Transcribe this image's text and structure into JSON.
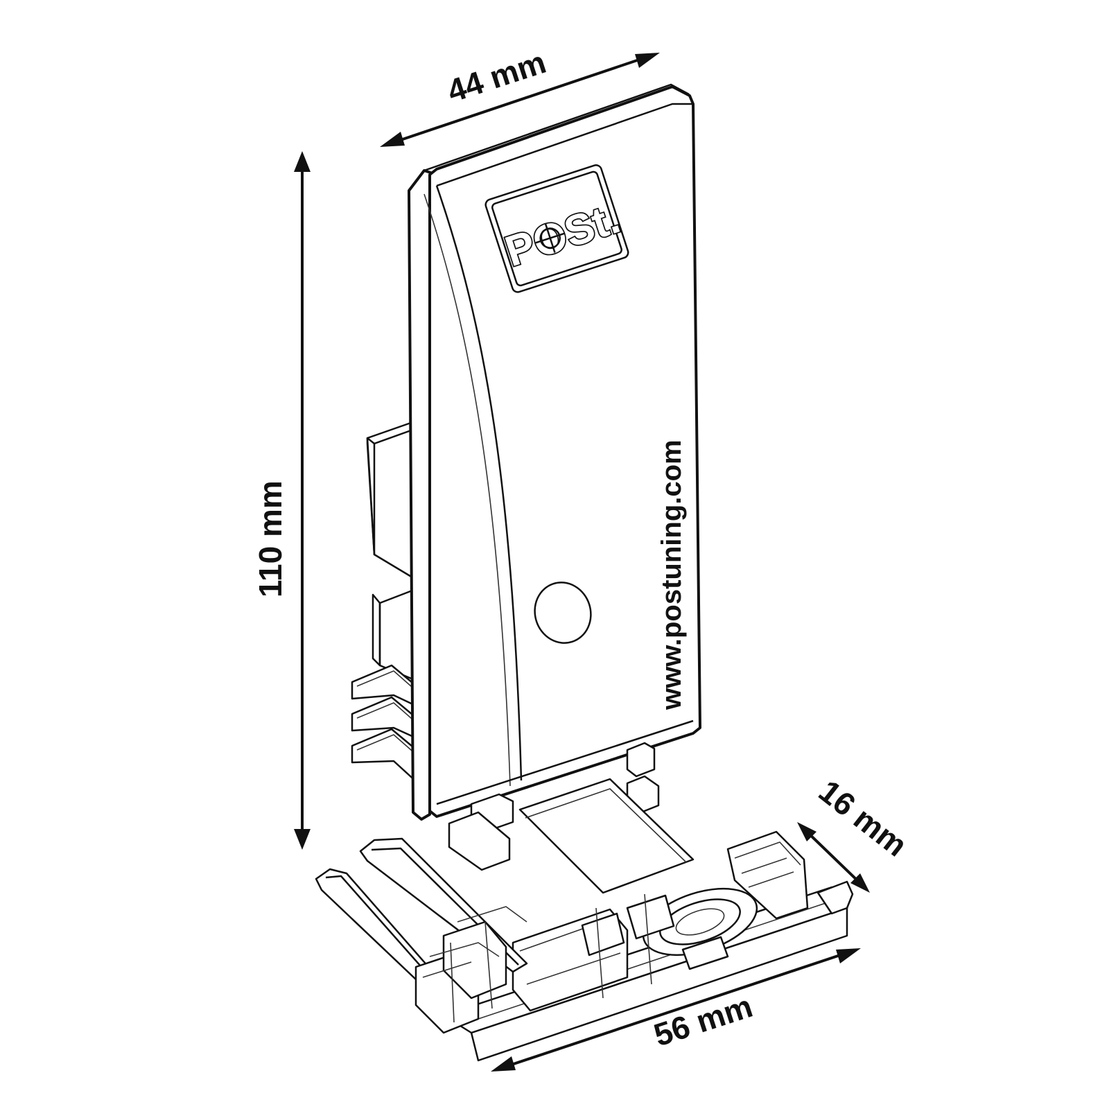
{
  "dimensions": {
    "width_top": "44 mm",
    "height": "110 mm",
    "depth": "16 mm",
    "width_base": "56 mm"
  },
  "product": {
    "logo": "POSt.",
    "url": "www.postuning.com"
  },
  "colors": {
    "line": "#111111",
    "background": "#ffffff"
  }
}
